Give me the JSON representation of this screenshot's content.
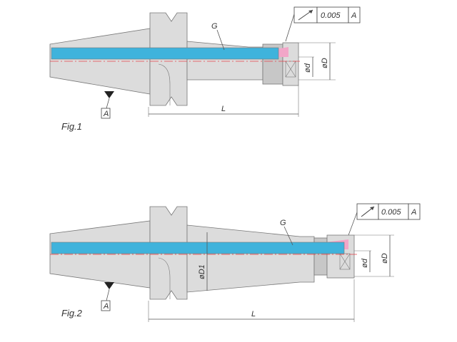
{
  "colors": {
    "coolant": "#3fb3dc",
    "coolant_edge": "#1f7fb0",
    "red_center": "#e8404a",
    "pink_tip": "#f2a6c8",
    "steel": "#dcdcdc",
    "steel_dark": "#c4c4c4"
  },
  "fig1": {
    "caption": "Fig.1",
    "datum_label": "A",
    "g_label": "G",
    "length_label": "L",
    "d_label": "ød",
    "D_label": "øD",
    "tolerance": {
      "value": "0.005",
      "datum": "A",
      "symbol": "runout-arrow-icon"
    }
  },
  "fig2": {
    "caption": "Fig.2",
    "datum_label": "A",
    "g_label": "G",
    "length_label": "L",
    "d_label": "ød",
    "D_label": "øD",
    "D1_label": "øD1",
    "tolerance": {
      "value": "0.005",
      "datum": "A",
      "symbol": "runout-arrow-icon"
    }
  }
}
